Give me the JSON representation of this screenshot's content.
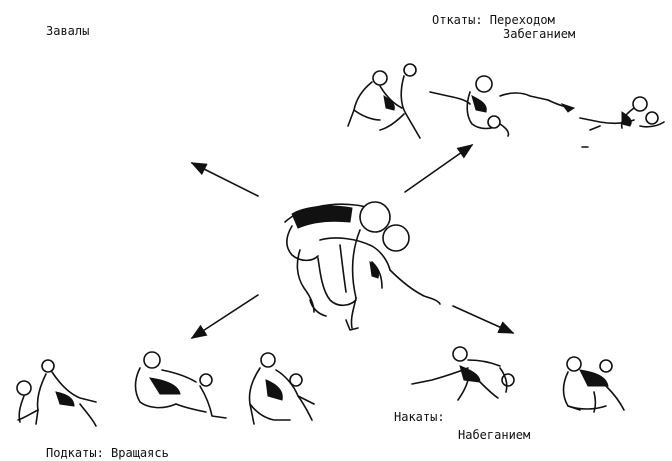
{
  "labels": {
    "zavaly": "Завалы",
    "otkaty_title": "Откаты: Переходом",
    "otkaty_sub": "Забеганием",
    "nakaty_title": "Накаты:",
    "nakaty_sub": "Набеганием",
    "podkaty": "Подкаты: Вращаясь"
  }
}
